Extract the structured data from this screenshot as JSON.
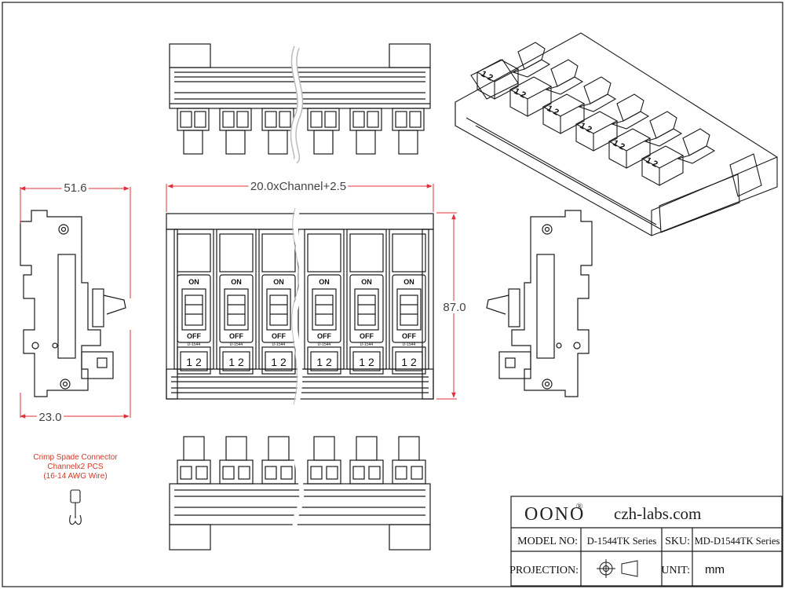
{
  "dimensions": {
    "side_width": "51.6",
    "length_formula": "20.0xChannel+2.5",
    "height": "87.0",
    "side_depth": "23.0"
  },
  "switch_labels": {
    "on": "ON",
    "off": "OFF",
    "model": "D-1544",
    "terminals": "1 2"
  },
  "note": {
    "line1": "Crimp Spade Connector",
    "line2": "Channelx2 PCS",
    "line3": "(16-14 AWG Wire)"
  },
  "title_block": {
    "brand": "OONO",
    "registered": "®",
    "website": "czh-labs.com",
    "model_label": "MODEL NO:",
    "model_value": "D-1544TK Series",
    "sku_label": "SKU:",
    "sku_value": "MD-D1544TK Series",
    "projection_label": "PROJECTION:",
    "unit_label": "UNIT:",
    "unit_value": "mm"
  },
  "colors": {
    "line": "#1a1a1a",
    "dimension": "#e0303a",
    "note": "#d23a2a"
  }
}
